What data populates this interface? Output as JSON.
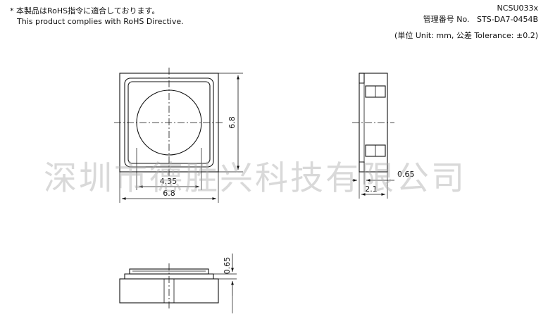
{
  "header": {
    "note_jp": "* 本製品はRoHS指令に適合しております。",
    "note_en": "This product complies with RoHS Directive.",
    "part_number": "NCSU033x",
    "doc_label": "管理番号 No.",
    "doc_number": "STS-DA7-0454B",
    "units": "(単位 Unit: mm,  公差 Tolerance: ±0.2)"
  },
  "dimensions": {
    "top_height": "6.8",
    "top_width": "6.8",
    "lens_width": "4.35",
    "side_thickness": "0.65",
    "side_width": "2.1",
    "bottom_thickness": "0.65"
  },
  "watermark": "深圳市德胜兴科技有限公司",
  "colors": {
    "line": "#111111",
    "watermark": "#aaaaaa"
  }
}
